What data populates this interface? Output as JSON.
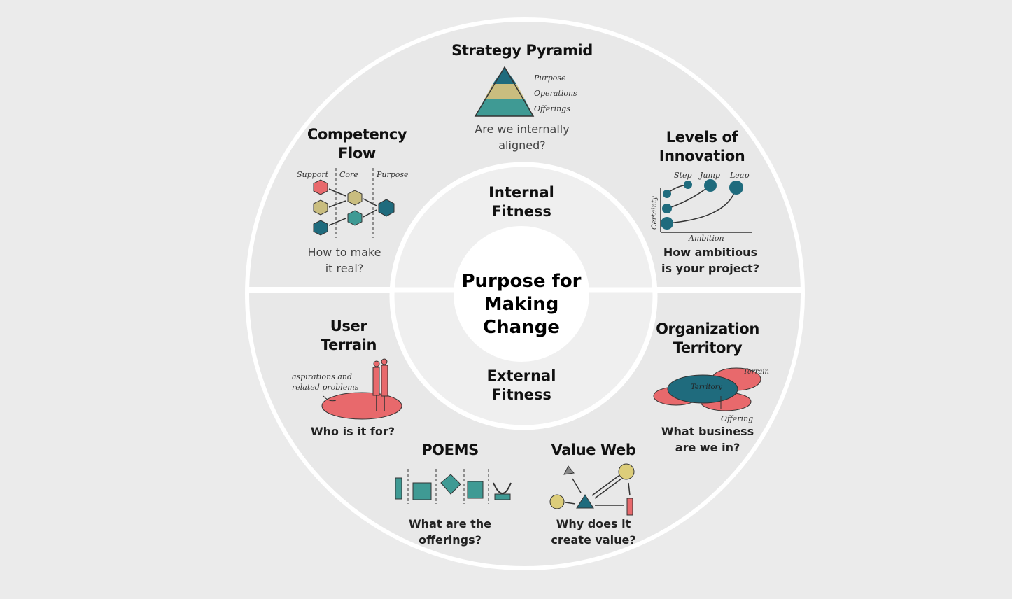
{
  "center": {
    "lines": [
      "Purpose for",
      "Making",
      "Change"
    ]
  },
  "inner_ring": {
    "top": [
      "Internal",
      "Fitness"
    ],
    "bottom": [
      "External",
      "Fitness"
    ]
  },
  "sections": {
    "strategy_pyramid": {
      "title": [
        "Strategy Pyramid"
      ],
      "question": [
        "Are we internally",
        "aligned?"
      ],
      "labels": {
        "purpose": "Purpose",
        "operations": "Operations",
        "offerings": "Offerings"
      }
    },
    "competency_flow": {
      "title": [
        "Competency",
        "Flow"
      ],
      "question": [
        "How to make",
        "it real?"
      ],
      "labels": {
        "support": "Support",
        "core": "Core",
        "purpose": "Purpose"
      }
    },
    "levels_of_innovation": {
      "title": [
        "Levels of",
        "Innovation"
      ],
      "question": [
        "How ambitious",
        "is your project?"
      ],
      "labels": {
        "step": "Step",
        "jump": "Jump",
        "leap": "Leap",
        "certainty": "Certainty",
        "ambition": "Ambition"
      }
    },
    "user_terrain": {
      "title": [
        "User",
        "Terrain"
      ],
      "question": [
        "Who is it for?"
      ],
      "labels": {
        "note_1": "aspirations and",
        "note_2": "related problems"
      }
    },
    "organization_territory": {
      "title": [
        "Organization",
        "Territory"
      ],
      "question": [
        "What business",
        "are we in?"
      ],
      "labels": {
        "terrain": "Terrain",
        "territory": "Territory",
        "offering": "Offering"
      }
    },
    "poems": {
      "title": [
        "POEMS"
      ],
      "question": [
        "What are the",
        "offerings?"
      ]
    },
    "value_web": {
      "title": [
        "Value Web"
      ],
      "question": [
        "Why does it",
        "create value?"
      ]
    }
  },
  "colors": {
    "background": "#ebebeb",
    "ring_fill": "#e8e8e8",
    "ring_line": "#ffffff",
    "teal_dark": "#1f6b7d",
    "teal_mid": "#3f9a94",
    "khaki": "#c9bd7f",
    "coral": "#e8696c",
    "yellow": "#dccd7a"
  }
}
